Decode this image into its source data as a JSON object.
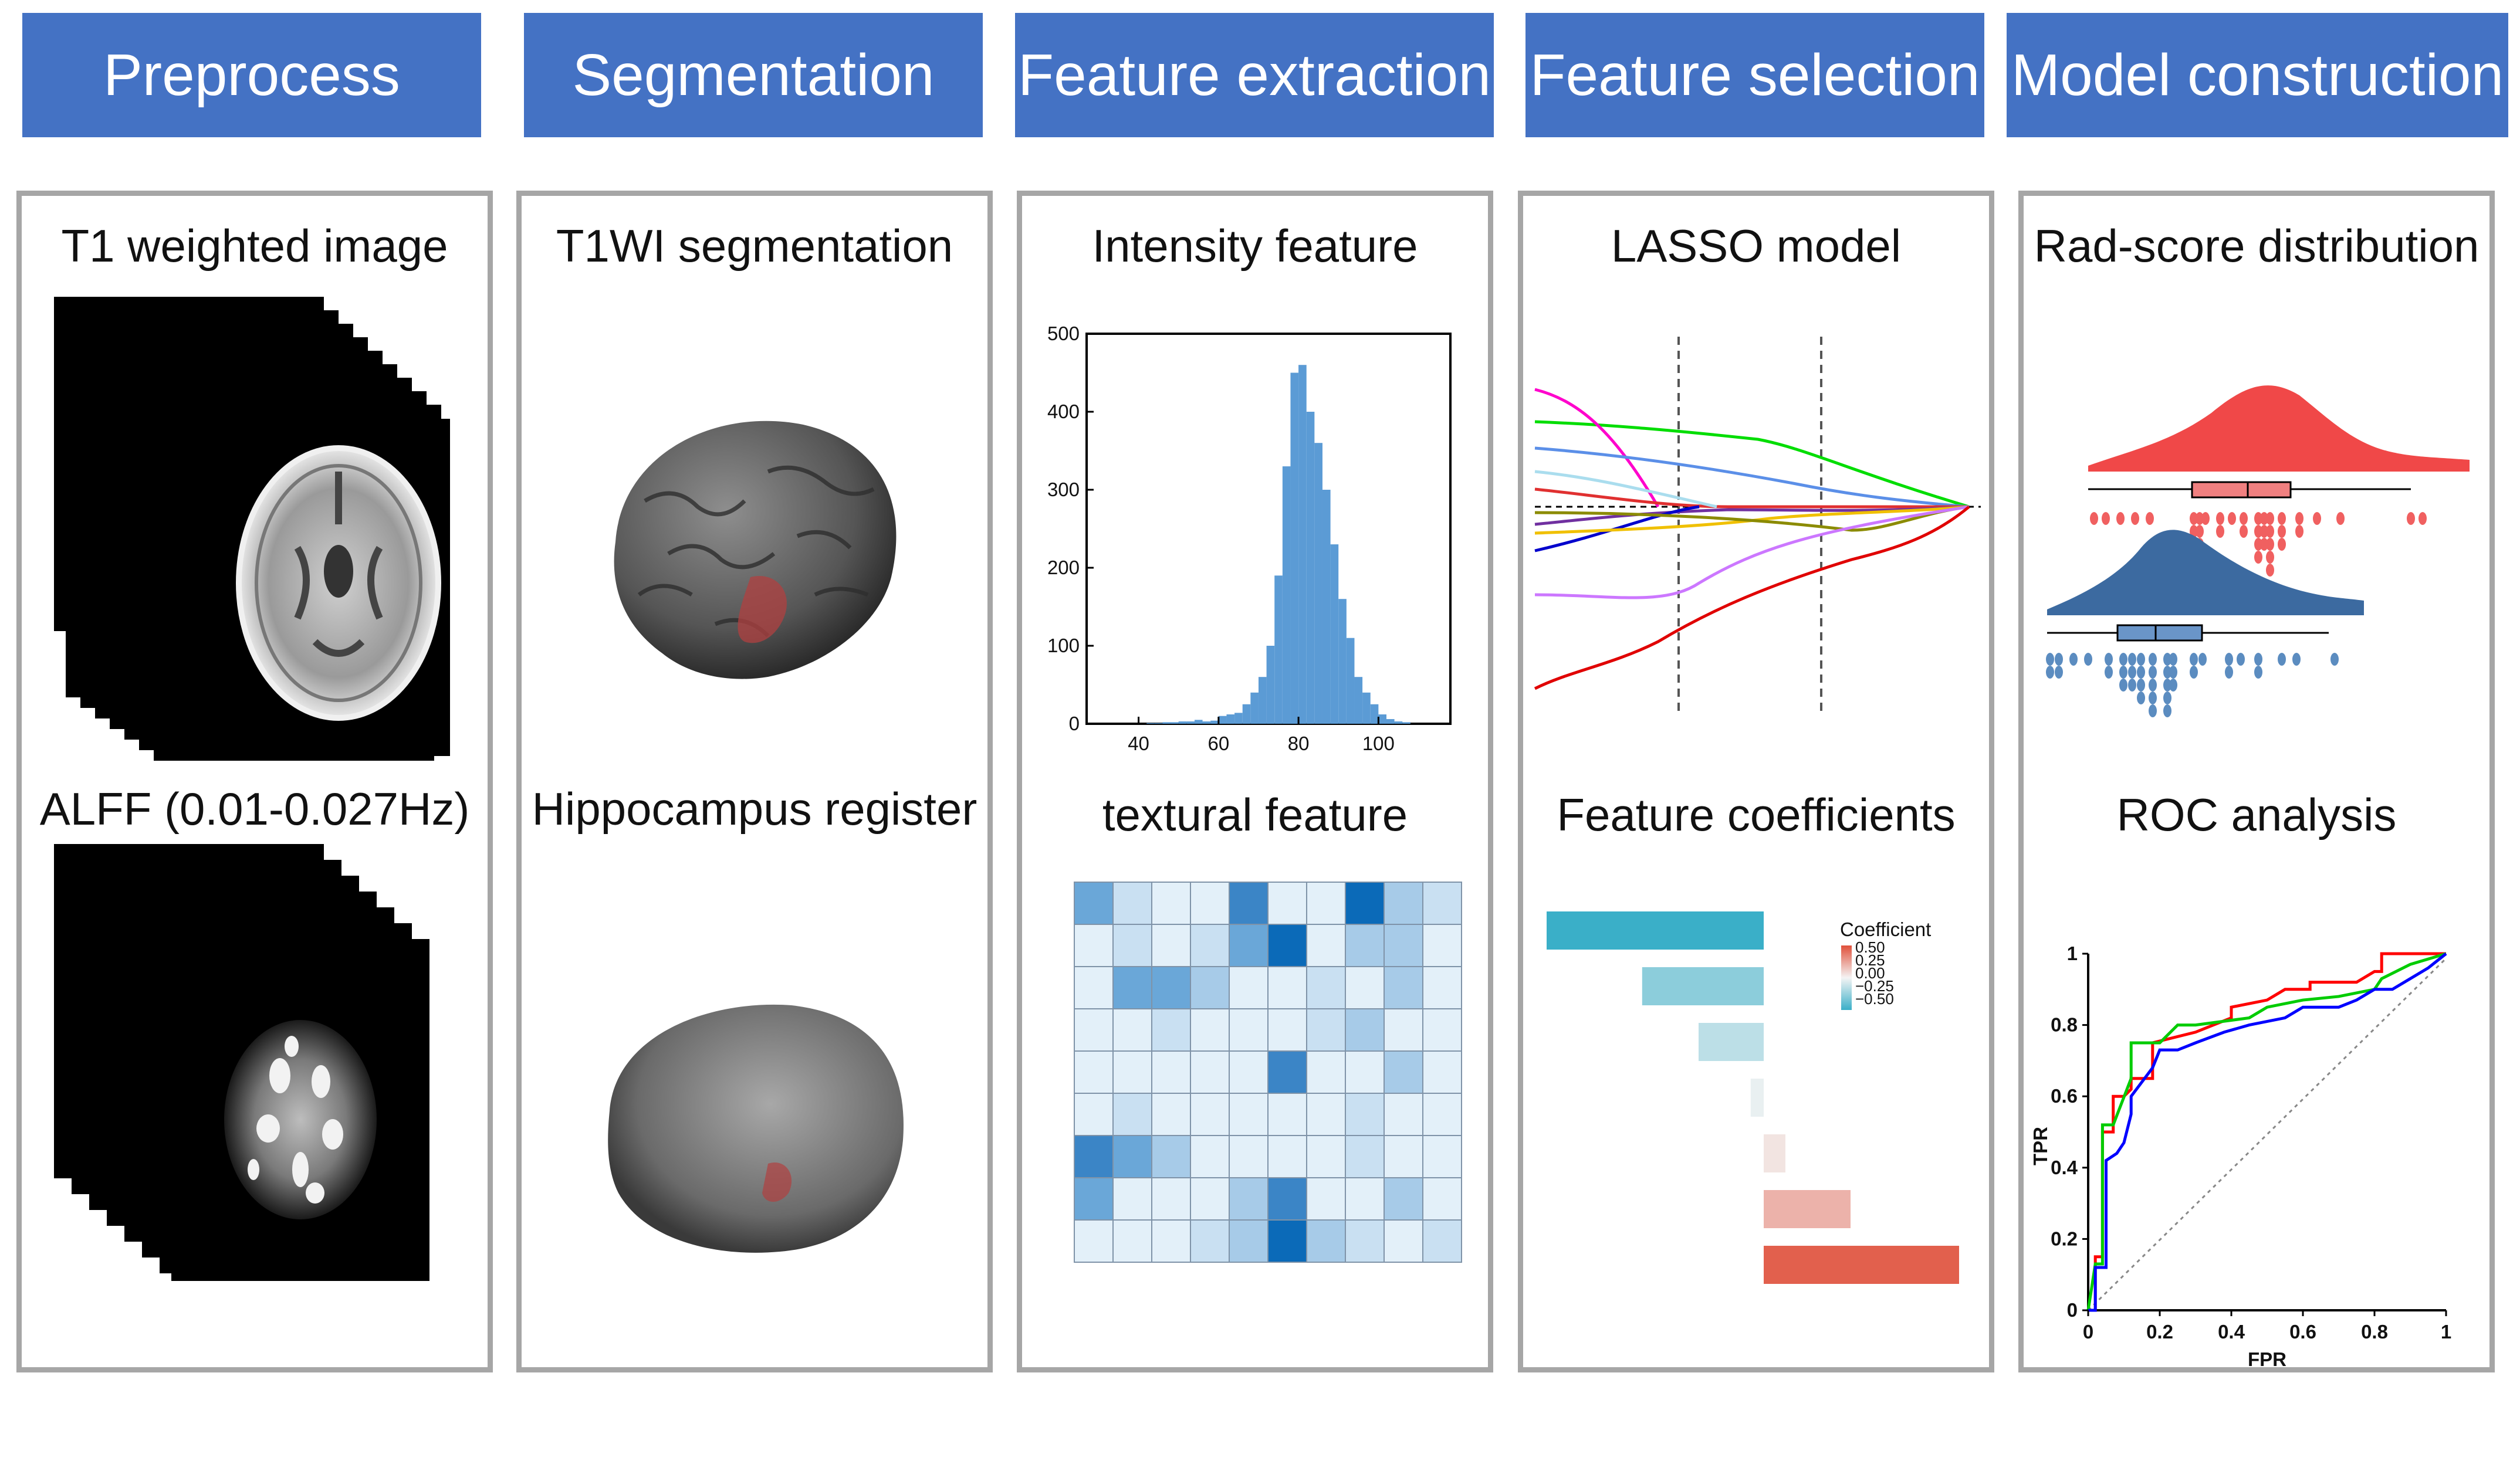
{
  "stages": [
    {
      "title": "Preprocess"
    },
    {
      "title": "Segmentation"
    },
    {
      "title": "Feature extraction"
    },
    {
      "title": "Feature selection"
    },
    {
      "title": "Model construction"
    }
  ],
  "panels": {
    "preprocess": {
      "top_label": "T1 weighted image",
      "bottom_label": "ALFF (0.01-0.027Hz)"
    },
    "segmentation": {
      "top_label": "T1WI segmentation",
      "bottom_label": "Hippocampus register"
    },
    "feature_extraction": {
      "top_label": "Intensity feature",
      "bottom_label": "textural feature"
    },
    "feature_selection": {
      "top_label": "LASSO model",
      "bottom_label": "Feature coefficients"
    },
    "model_construction": {
      "top_label": "Rad-score distribution",
      "bottom_label": "ROC analysis"
    }
  },
  "histogram": {
    "y_ticks": [
      "500",
      "400",
      "300",
      "200",
      "100",
      "0"
    ],
    "x_ticks": [
      "40",
      "60",
      "80",
      "100"
    ],
    "bar_color": "#5b9bd5"
  },
  "coefficients": {
    "legend_title": "Coefficient",
    "legend_ticks": [
      "0.50",
      "0.25",
      "0.00",
      "−0.25",
      "−0.50"
    ],
    "values": [
      -0.5,
      -0.28,
      -0.15,
      -0.03,
      0.05,
      0.2,
      0.45
    ]
  },
  "roc": {
    "ylabel": "TPR",
    "xlabel": "FPR",
    "y_ticks": [
      "1",
      "0.8",
      "0.6",
      "0.4",
      "0.2",
      "0"
    ],
    "x_ticks": [
      "0",
      "0.2",
      "0.4",
      "0.6",
      "0.8",
      "1"
    ],
    "colors": {
      "red": "#ff0000",
      "green": "#00cc00",
      "blue": "#0000ff"
    }
  },
  "chart_data": [
    {
      "type": "bar",
      "title": "Intensity feature",
      "x": [
        41,
        43,
        45,
        47,
        49,
        51,
        53,
        55,
        57,
        59,
        61,
        63,
        65,
        67,
        69,
        71,
        73,
        75,
        77,
        79,
        81,
        83,
        85,
        87,
        89,
        91,
        93,
        95,
        97,
        99,
        101,
        103,
        105,
        107
      ],
      "values": [
        0,
        1,
        1,
        2,
        2,
        3,
        3,
        5,
        3,
        4,
        10,
        12,
        14,
        25,
        40,
        60,
        100,
        190,
        330,
        450,
        460,
        400,
        360,
        300,
        230,
        160,
        110,
        60,
        40,
        25,
        12,
        6,
        3,
        2
      ],
      "xlim": [
        27,
        118
      ],
      "ylim": [
        0,
        500
      ]
    },
    {
      "type": "bar",
      "title": "Feature coefficients",
      "values": [
        -0.5,
        -0.28,
        -0.15,
        -0.03,
        0.05,
        0.2,
        0.45
      ],
      "xlim": [
        -0.5,
        0.5
      ]
    },
    {
      "type": "line",
      "title": "ROC analysis",
      "xlabel": "FPR",
      "ylabel": "TPR",
      "xlim": [
        0,
        1
      ],
      "ylim": [
        0,
        1
      ],
      "series": [
        {
          "x": [
            0,
            0.02,
            0.02,
            0.04,
            0.04,
            0.07,
            0.07,
            0.1,
            0.12,
            0.12,
            0.18,
            0.18,
            0.3,
            0.35,
            0.4,
            0.4,
            0.5,
            0.55,
            0.62,
            0.62,
            0.75,
            0.8,
            0.82,
            0.82,
            0.92,
            1
          ],
          "y": [
            0,
            0,
            0.15,
            0.15,
            0.5,
            0.5,
            0.6,
            0.6,
            0.62,
            0.65,
            0.65,
            0.75,
            0.78,
            0.8,
            0.82,
            0.85,
            0.87,
            0.9,
            0.9,
            0.92,
            0.92,
            0.95,
            0.95,
            1,
            1,
            1
          ]
        },
        {
          "x": [
            0,
            0.02,
            0.04,
            0.04,
            0.07,
            0.12,
            0.12,
            0.2,
            0.25,
            0.3,
            0.45,
            0.5,
            0.6,
            0.7,
            0.8,
            0.82,
            0.9,
            1
          ],
          "y": [
            0,
            0.13,
            0.13,
            0.52,
            0.52,
            0.65,
            0.75,
            0.75,
            0.8,
            0.8,
            0.82,
            0.85,
            0.87,
            0.88,
            0.9,
            0.93,
            0.97,
            1
          ]
        },
        {
          "x": [
            0,
            0.02,
            0.02,
            0.05,
            0.05,
            0.08,
            0.1,
            0.12,
            0.12,
            0.18,
            0.2,
            0.25,
            0.3,
            0.38,
            0.45,
            0.55,
            0.6,
            0.7,
            0.75,
            0.8,
            0.85,
            0.9,
            0.95,
            1
          ],
          "y": [
            0,
            0,
            0.12,
            0.12,
            0.42,
            0.44,
            0.47,
            0.55,
            0.6,
            0.68,
            0.73,
            0.73,
            0.75,
            0.78,
            0.8,
            0.82,
            0.85,
            0.85,
            0.87,
            0.9,
            0.9,
            0.93,
            0.96,
            1
          ]
        }
      ]
    }
  ]
}
